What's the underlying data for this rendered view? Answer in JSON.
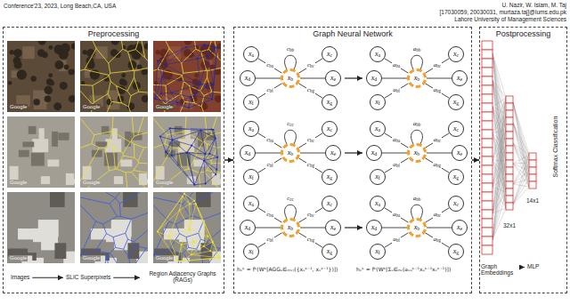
{
  "diagram": {
    "nodes": [
      {
        "text": [
          "Preprocessing"
        ]
      },
      {
        "text": [
          "Graph Neural Network"
        ]
      },
      {
        "text": [
          "Postprocessing"
        ]
      },
      {
        "text": [
          "xb"
        ],
        "in": 1
      },
      {
        "text": [
          "xa"
        ],
        "in": 1
      },
      {
        "text": [
          "xc"
        ],
        "in": 1
      },
      {
        "text": [
          "xd"
        ],
        "in": 1
      },
      {
        "text": [
          "xe"
        ],
        "in": 1
      },
      {
        "text": [
          "xf"
        ],
        "in": 1
      },
      {
        "text": [
          "xg"
        ],
        "in": 1
      },
      {
        "text": [
          "xb"
        ],
        "in": 1
      },
      {
        "text": [
          "xa"
        ],
        "in": 1
      },
      {
        "text": [
          "xc"
        ],
        "in": 1
      },
      {
        "text": [
          "xd"
        ],
        "in": 1
      },
      {
        "text": [
          "xe"
        ],
        "in": 1
      },
      {
        "text": [
          "xf"
        ],
        "in": 1
      },
      {
        "text": [
          "xg"
        ],
        "in": 1
      },
      {
        "text": [
          "xb"
        ],
        "in": 1
      },
      {
        "text": [
          "xa"
        ],
        "in": 1
      },
      {
        "text": [
          "xc"
        ],
        "in": 1
      },
      {
        "text": [
          "xd"
        ],
        "in": 1
      },
      {
        "text": [
          "xe"
        ],
        "in": 1
      },
      {
        "text": [
          "xf"
        ],
        "in": 1
      },
      {
        "text": [
          "xg"
        ],
        "in": 1
      },
      {
        "text": [
          "xb"
        ],
        "in": 1
      },
      {
        "text": [
          "xa"
        ],
        "in": 1
      },
      {
        "text": [
          "xc"
        ],
        "in": 1
      },
      {
        "text": [
          "xd"
        ],
        "in": 1
      },
      {
        "text": [
          "xe"
        ],
        "in": 1
      },
      {
        "text": [
          "xf"
        ],
        "in": 1
      },
      {
        "text": [
          "xg"
        ],
        "in": 1
      },
      {
        "text": [
          "xb"
        ],
        "in": 1
      },
      {
        "text": [
          "xa"
        ],
        "in": 1
      },
      {
        "text": [
          "xc"
        ],
        "in": 1
      },
      {
        "text": [
          "xd"
        ],
        "in": 1
      },
      {
        "text": [
          "xe"
        ],
        "in": 1
      },
      {
        "text": [
          "xf"
        ],
        "in": 1
      },
      {
        "text": [
          "xg"
        ],
        "in": 1
      },
      {
        "text": [
          "xb"
        ],
        "in": 1
      },
      {
        "text": [
          "xa"
        ],
        "in": 1
      },
      {
        "text": [
          "xc"
        ],
        "in": 1
      },
      {
        "text": [
          "xd"
        ],
        "in": 1
      },
      {
        "text": [
          "xe"
        ],
        "in": 1
      },
      {
        "text": [
          "xf"
        ],
        "in": 1
      },
      {
        "text": [
          "xg"
        ],
        "in": 1
      }
    ],
    "edges": [
      {
        "from": 0,
        "to": 1,
        "arrow": "to"
      },
      {
        "from": 1,
        "to": 2,
        "arrow": "to"
      },
      {
        "from": 3,
        "to": 4,
        "arrow": "none",
        "label": "cba"
      },
      {
        "from": 3,
        "to": 5,
        "arrow": "none",
        "label": "cbc"
      },
      {
        "from": 3,
        "to": 6,
        "arrow": "none"
      },
      {
        "from": 3,
        "to": 7,
        "arrow": "none"
      },
      {
        "from": 3,
        "to": 8,
        "arrow": "none",
        "label": "cbf"
      },
      {
        "from": 3,
        "to": 9,
        "arrow": "none",
        "label": "cbg"
      },
      {
        "from": 10,
        "to": 11,
        "arrow": "none",
        "label": "aba"
      },
      {
        "from": 10,
        "to": 12,
        "arrow": "none",
        "label": "abc"
      },
      {
        "from": 10,
        "to": 13,
        "arrow": "none"
      },
      {
        "from": 10,
        "to": 14,
        "arrow": "none"
      },
      {
        "from": 10,
        "to": 15,
        "arrow": "none",
        "label": "abf"
      },
      {
        "from": 10,
        "to": 16,
        "arrow": "none",
        "label": "abg"
      },
      {
        "from": 17,
        "to": 18,
        "arrow": "none",
        "label": "cba"
      },
      {
        "from": 17,
        "to": 19,
        "arrow": "none",
        "label": "cbc"
      },
      {
        "from": 17,
        "to": 20,
        "arrow": "none"
      },
      {
        "from": 17,
        "to": 21,
        "arrow": "none"
      },
      {
        "from": 17,
        "to": 22,
        "arrow": "none",
        "label": "cbf"
      },
      {
        "from": 17,
        "to": 23,
        "arrow": "none",
        "label": "cbg"
      },
      {
        "from": 24,
        "to": 25,
        "arrow": "none",
        "label": "aba"
      },
      {
        "from": 24,
        "to": 26,
        "arrow": "none",
        "label": "abc"
      },
      {
        "from": 24,
        "to": 27,
        "arrow": "none"
      },
      {
        "from": 24,
        "to": 28,
        "arrow": "none"
      },
      {
        "from": 24,
        "to": 29,
        "arrow": "none",
        "label": "abf"
      },
      {
        "from": 24,
        "to": 30,
        "arrow": "none",
        "label": "abg"
      },
      {
        "from": 31,
        "to": 32,
        "arrow": "none",
        "label": "cba"
      },
      {
        "from": 31,
        "to": 33,
        "arrow": "none",
        "label": "cbc"
      },
      {
        "from": 31,
        "to": 34,
        "arrow": "none"
      },
      {
        "from": 31,
        "to": 35,
        "arrow": "none"
      },
      {
        "from": 31,
        "to": 36,
        "arrow": "none",
        "label": "cbf"
      },
      {
        "from": 31,
        "to": 37,
        "arrow": "none",
        "label": "cbg"
      },
      {
        "from": 38,
        "to": 39,
        "arrow": "none",
        "label": "aba"
      },
      {
        "from": 38,
        "to": 40,
        "arrow": "none",
        "label": "abc"
      },
      {
        "from": 38,
        "to": 41,
        "arrow": "none"
      },
      {
        "from": 38,
        "to": 42,
        "arrow": "none"
      },
      {
        "from": 38,
        "to": 43,
        "arrow": "none",
        "label": "abf"
      },
      {
        "from": 38,
        "to": 44,
        "arrow": "none",
        "label": "abg"
      }
    ],
    "labels": [
      "Conference'23, 2023, Long Beach,CA, USA",
      "U. Nazir, W. Islam, M. Taj",
      "[17030059, 20030031, murtaza.taj]@lums.edu.pk",
      "Lahore University of Management Sciences",
      "Images",
      "SLIC Superpixels",
      "Region Adjacency Graphs (RAGs)",
      "Google",
      "Google",
      "Google",
      "Google",
      "Google",
      "Google",
      "Google",
      "Google",
      "Google",
      "cbb",
      "abb",
      "ccc",
      "abb",
      "ccc",
      "abb",
      "hᵥᵏ = fᵏ(Wᵏ[AGGᵤ∈ₙ₍ᵥ₎({xᵤᵏ⁻¹, xᵥᵏ⁻¹})])",
      "hᵥᵏ = fᵏ(Wᵏ[Σᵤ∈ₙᵥ(aᵥᵤᵏ⁻¹xᵤᵏ⁻¹xᵥᵏ⁻¹)])",
      "Graph Embeddings",
      "MLP",
      "32x1",
      "14x1",
      "Softmax Classification"
    ]
  }
}
